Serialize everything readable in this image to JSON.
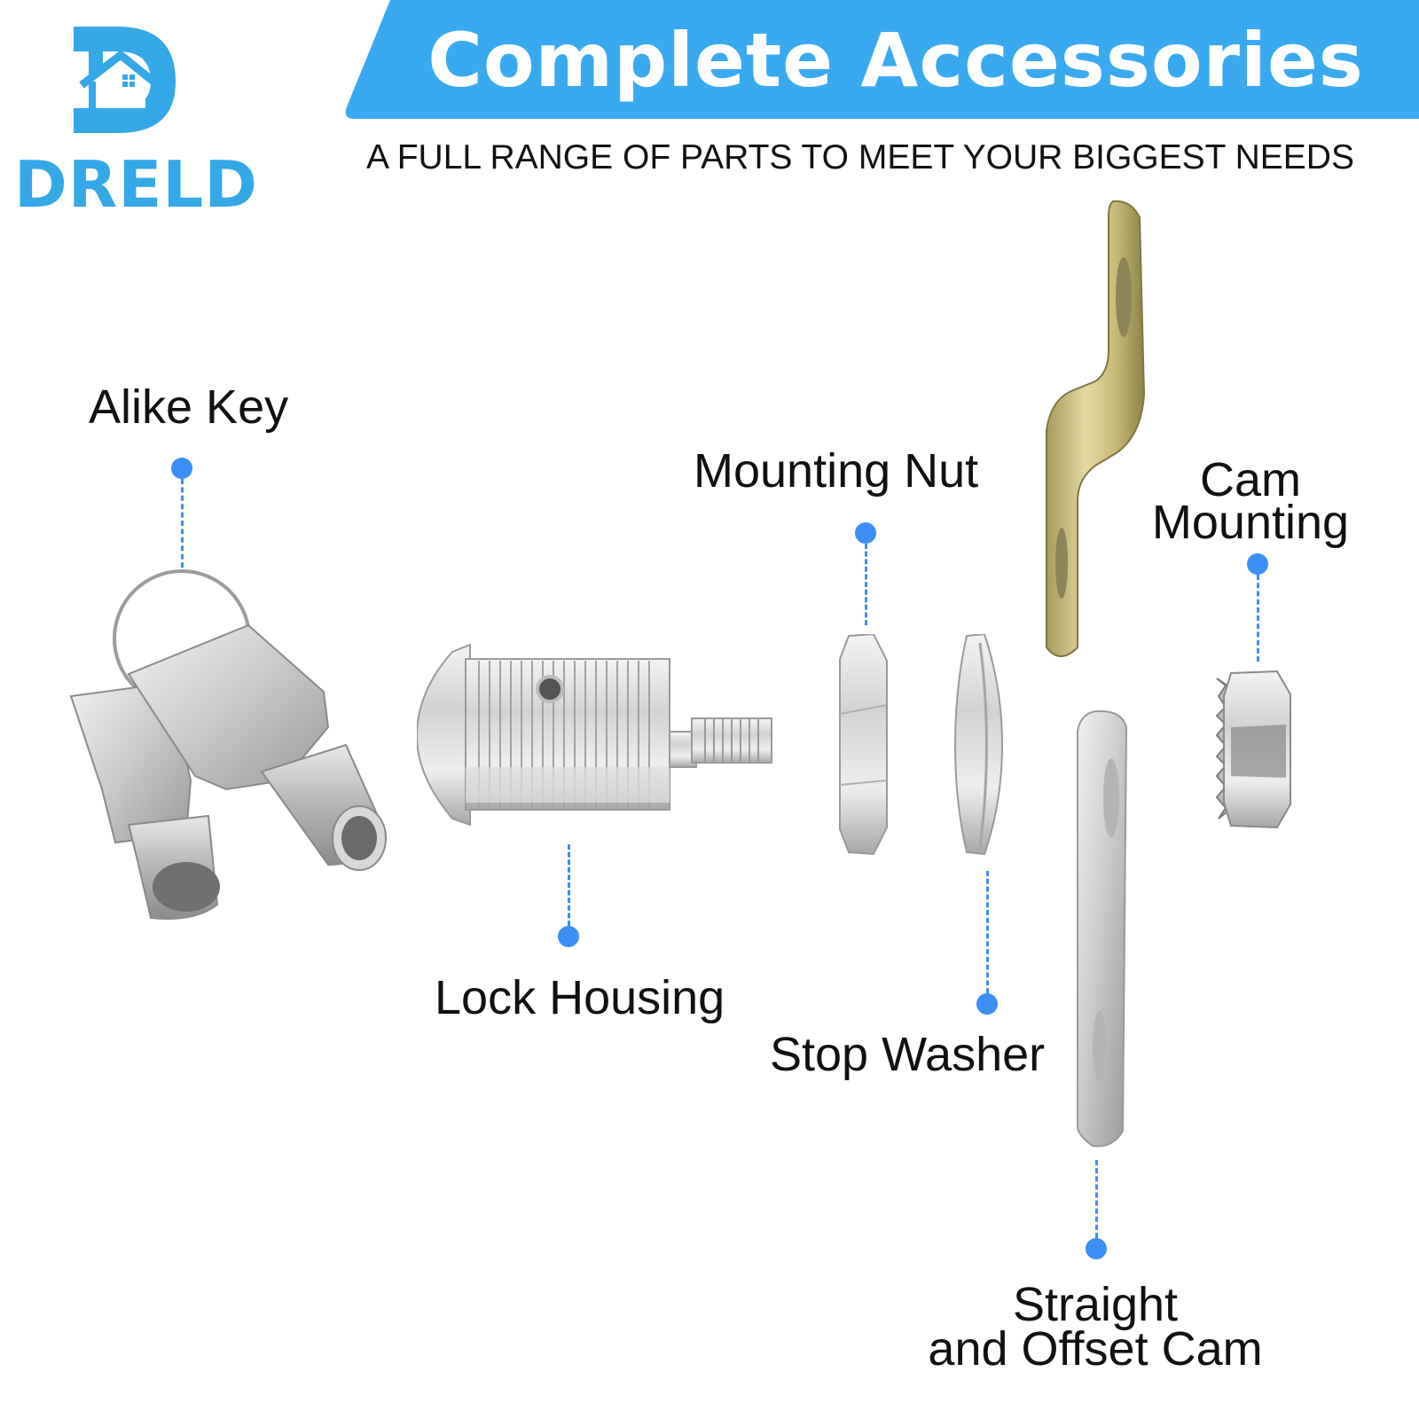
{
  "brand": {
    "name": "DRELD",
    "logo_icon": "house-in-d-logo-icon",
    "accent_color": "#35a8e8"
  },
  "header": {
    "title": "Complete Accessories",
    "subtitle": "A FULL RANGE OF PARTS TO MEET YOUR BIGGEST NEEDS",
    "banner_color": "#3aaaf0"
  },
  "parts": [
    {
      "label": "Alike Key"
    },
    {
      "label": "Lock Housing"
    },
    {
      "label": "Mounting Nut"
    },
    {
      "label": "Stop Washer"
    },
    {
      "label_line1": "Cam",
      "label_line2": "Mounting"
    },
    {
      "label_line1": "Straight",
      "label_line2": "and Offset Cam"
    }
  ],
  "leader_color": "#3d8ef5"
}
